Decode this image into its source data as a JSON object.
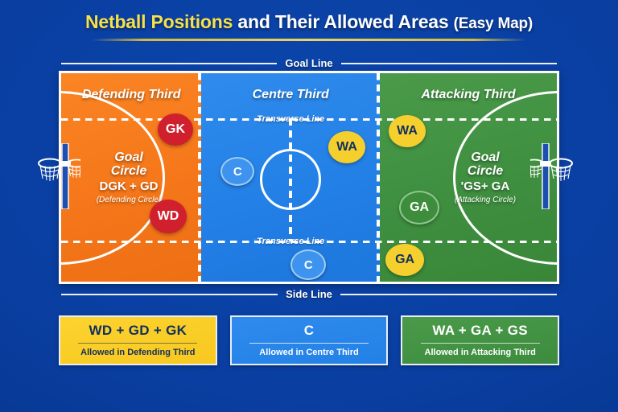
{
  "title": {
    "highlight": "Netball Positions",
    "main": " and Their Allowed Areas ",
    "suffix": "(Easy Map)"
  },
  "court": {
    "goal_line_label": "Goal Line",
    "side_line_label": "Side Line",
    "transverse_line_top": "Transverse Line",
    "transverse_line_bottom": "Transverse Line",
    "thirds": {
      "defending": {
        "title": "Defending Third",
        "color": "#f5771a",
        "circle": {
          "line1": "Goal",
          "line2": "Circle",
          "codes": "DGK + GD",
          "note": "(Defending Circle)"
        }
      },
      "centre": {
        "title": "Centre Third",
        "color": "#2380e6"
      },
      "attacking": {
        "title": "Attacking Third",
        "color": "#3f8f40",
        "circle": {
          "line1": "Goal",
          "line2": "Circle",
          "codes": "'GS+ GA",
          "note": "(Attacking Circle)"
        }
      }
    },
    "badges": [
      {
        "id": "gk",
        "label": "GK",
        "style": "red",
        "third": "defending"
      },
      {
        "id": "wd",
        "label": "WD",
        "style": "red",
        "third": "defending"
      },
      {
        "id": "c1",
        "label": "C",
        "style": "blue",
        "third": "centre"
      },
      {
        "id": "c2",
        "label": "C",
        "style": "blue",
        "third": "centre"
      },
      {
        "id": "wa_c",
        "label": "WA",
        "style": "yellow",
        "third": "centre"
      },
      {
        "id": "wa_a",
        "label": "WA",
        "style": "yellow",
        "third": "attacking"
      },
      {
        "id": "ga_a",
        "label": "GA",
        "style": "green",
        "third": "attacking"
      },
      {
        "id": "ga_y",
        "label": "GA",
        "style": "yellow",
        "third": "attacking"
      }
    ]
  },
  "legend": {
    "items": [
      {
        "codes": "WD + GD + GK",
        "note": "Allowed in Defending Third",
        "color": "#f7c81f"
      },
      {
        "codes": "C",
        "note": "Allowed in Centre Third",
        "color": "#2380e6"
      },
      {
        "codes": "WA + GA + GS",
        "note": "Allowed in Attacking Third",
        "color": "#3d8c3e"
      }
    ]
  },
  "colors": {
    "background": "#0a3fa2",
    "accent_yellow": "#f7e14a",
    "court_border": "#ffffff"
  }
}
